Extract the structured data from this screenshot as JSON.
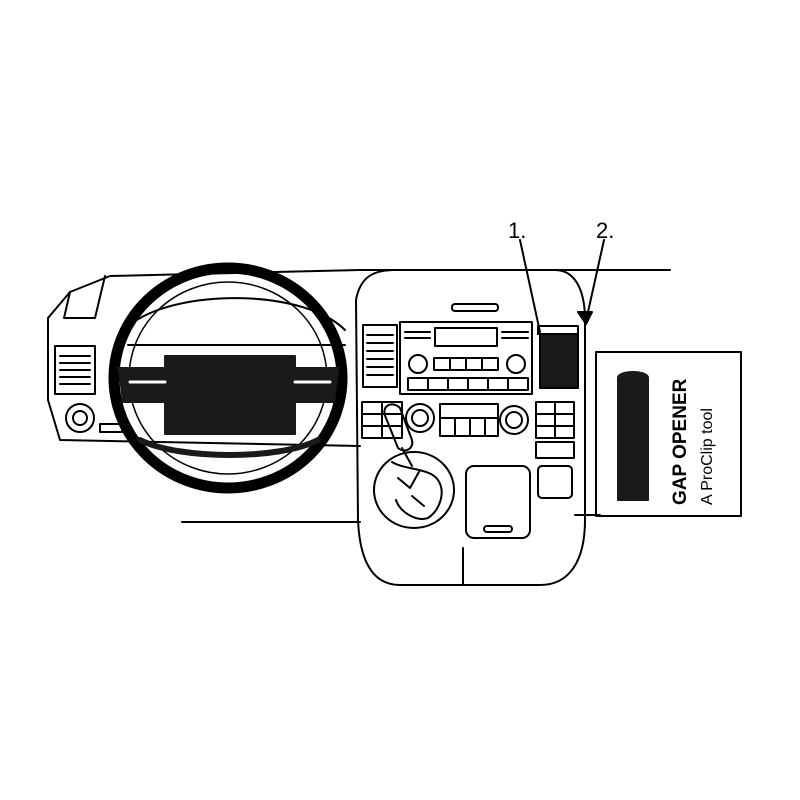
{
  "callouts": {
    "one": "1.",
    "two": "2."
  },
  "tool_box": {
    "title": "GAP OPENER",
    "subtitle": "A ProClip tool"
  },
  "colors": {
    "line": "#000000",
    "fill_dark": "#1a1a1a",
    "background": "#ffffff"
  }
}
